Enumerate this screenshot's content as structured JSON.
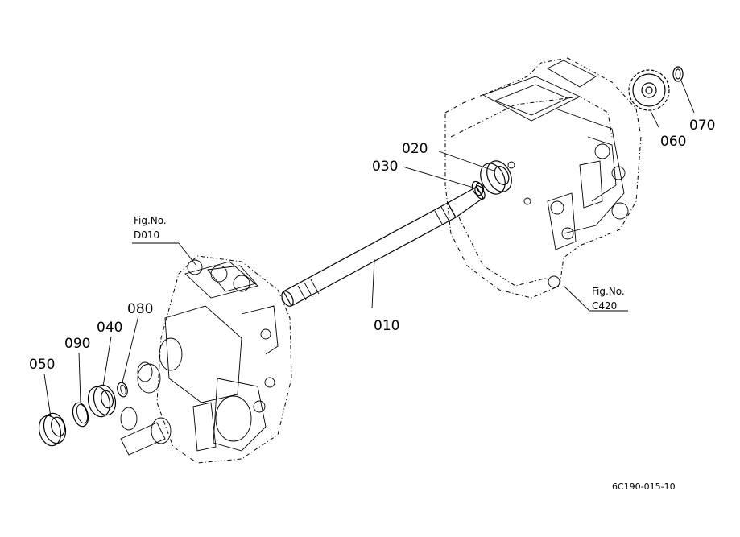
{
  "callouts": {
    "c010": "010",
    "c020": "020",
    "c030": "030",
    "c040": "040",
    "c050": "050",
    "c060": "060",
    "c070": "070",
    "c080": "080",
    "c090": "090"
  },
  "fig_refs": {
    "left": {
      "line1": "Fig.No.",
      "line2": "D010"
    },
    "right": {
      "line1": "Fig.No.",
      "line2": "C420"
    }
  },
  "footer": {
    "code": "6C190-015-10"
  }
}
